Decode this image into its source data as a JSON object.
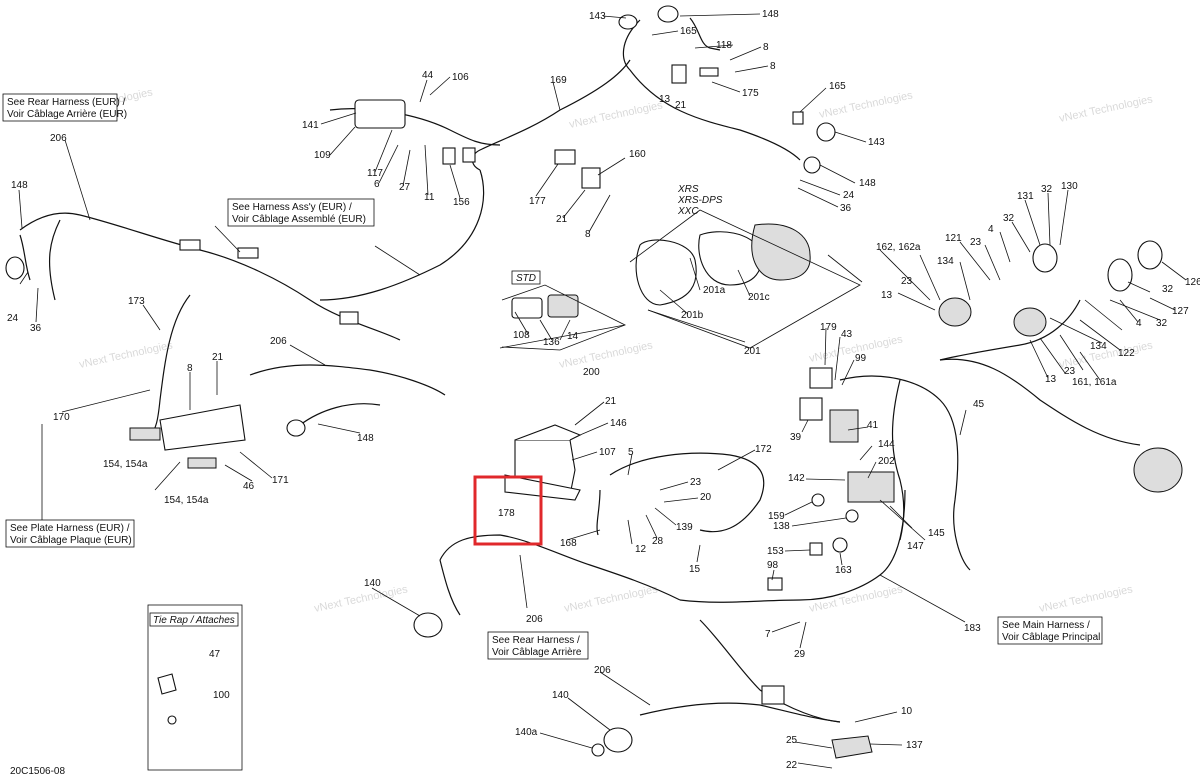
{
  "callouts": [
    "143",
    "148",
    "165",
    "118",
    "8",
    "13",
    "21",
    "175",
    "8",
    "169",
    "44",
    "106",
    "141",
    "109",
    "117",
    "6",
    "27",
    "11",
    "156",
    "177",
    "21",
    "160",
    "8",
    "165",
    "143",
    "148",
    "24",
    "36",
    "206",
    "148",
    "24",
    "36",
    "173",
    "170",
    "8",
    "21",
    "154, 154a",
    "154, 154a",
    "46",
    "171",
    "206",
    "148",
    "162, 162a",
    "121",
    "23",
    "4",
    "32",
    "131",
    "32",
    "130",
    "126",
    "134",
    "23",
    "13",
    "32",
    "127",
    "4",
    "32",
    "122",
    "134",
    "161, 161a",
    "13",
    "23",
    "201a",
    "201b",
    "201c",
    "201",
    "108",
    "136",
    "14",
    "200",
    "21",
    "146",
    "107",
    "178",
    "5",
    "172",
    "23",
    "20",
    "139",
    "28",
    "12",
    "168",
    "15",
    "179",
    "43",
    "99",
    "39",
    "41",
    "144",
    "45",
    "142",
    "202",
    "159",
    "138",
    "147",
    "145",
    "163",
    "153",
    "98",
    "7",
    "29",
    "183",
    "206",
    "140",
    "47",
    "100",
    "140",
    "140a",
    "206",
    "10",
    "25",
    "137",
    "22"
  ],
  "refs": {
    "rear_harness_eur": [
      "See Rear Harness (EUR) /",
      "Voir Câblage Arrière (EUR)"
    ],
    "harness_assy_eur": [
      "See Harness Ass'y (EUR) /",
      "Voir Câblage Assemblé (EUR)"
    ],
    "plate_harness_eur": [
      "See Plate Harness (EUR) /",
      "Voir Câblage Plaque (EUR)"
    ],
    "rear_harness": [
      "See Rear Harness /",
      "Voir Câblage Arrière"
    ],
    "main_harness": [
      "See Main Harness /",
      "Voir Câblage Principal"
    ]
  },
  "variant_xrs": [
    "XRS",
    "XRS-DPS",
    "XXC"
  ],
  "variant_std": "STD",
  "tie_rap_title": "Tie Rap / Attaches",
  "figure_code": "20C1506-08",
  "watermark": "vNext Technologies",
  "highlight_color": "#e0282b"
}
